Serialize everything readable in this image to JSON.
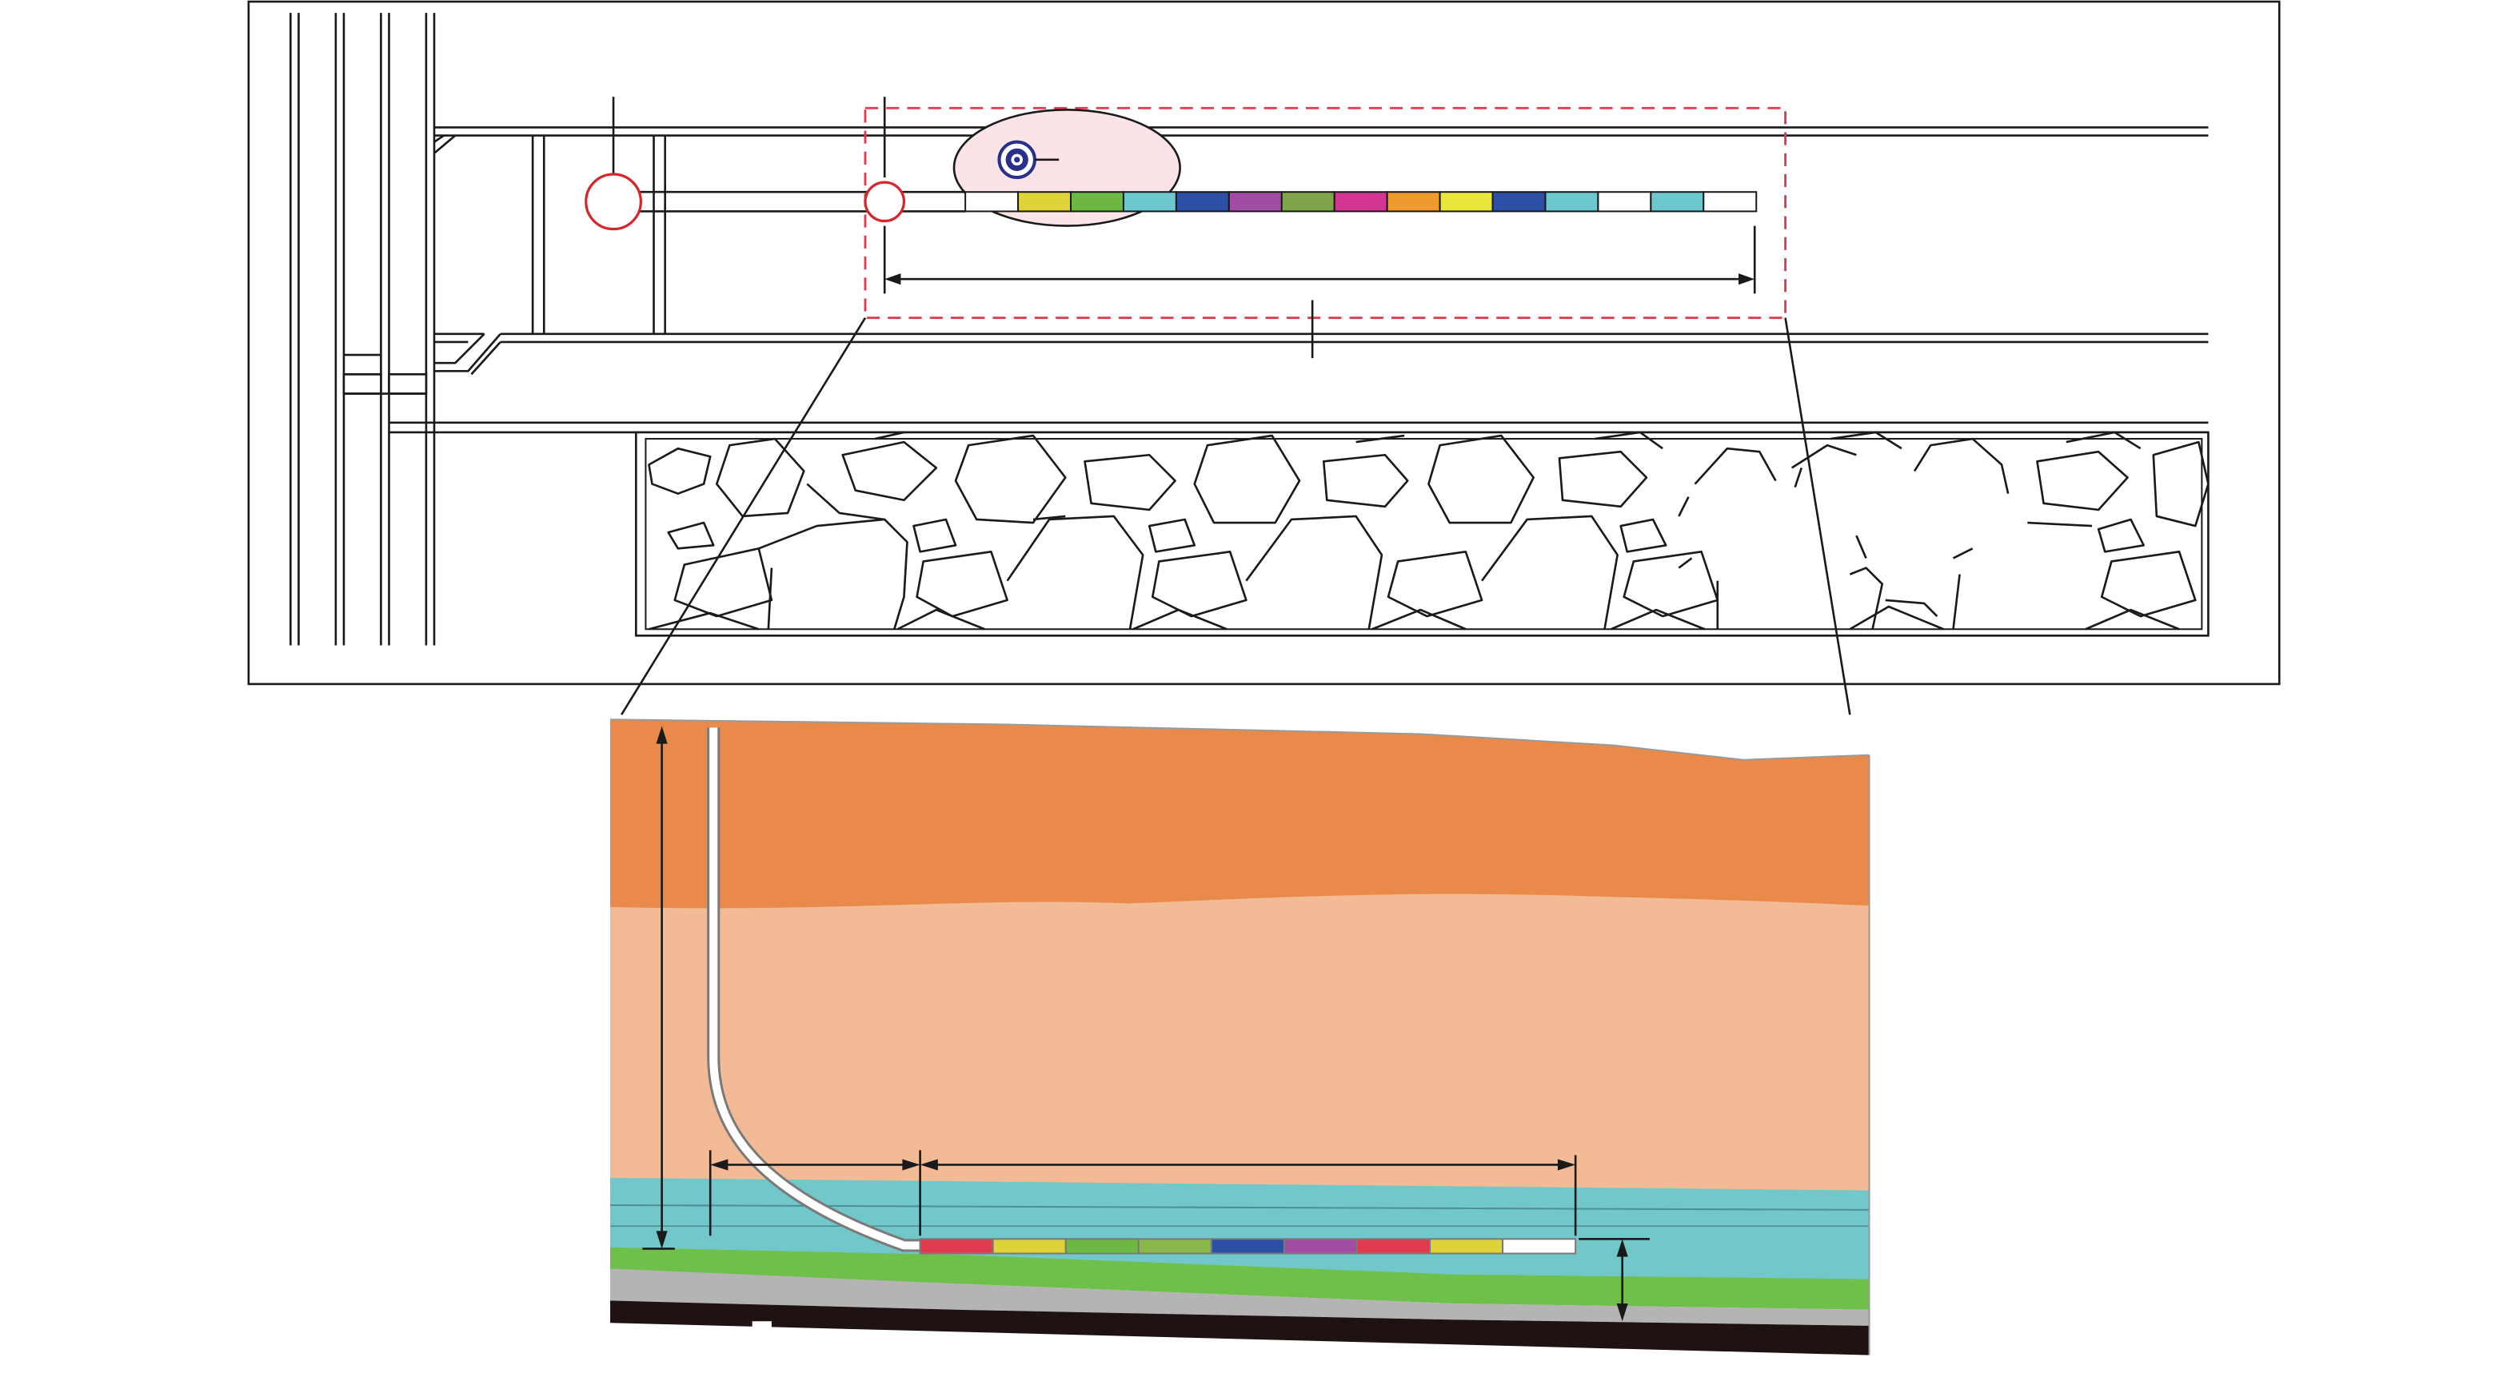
{
  "diagram": {
    "plan_view": {
      "extraction_region": "dashed-rectangle",
      "collapse_zone": "goaf-rubble",
      "drill_site_marker": "circle-marker",
      "borehole_entry_marker": "circle-marker",
      "rig_icon": "concentric-circle-icon",
      "fracturing_stages": [
        "#E0D33A",
        "#6DB843",
        "#6BC8CE",
        "#2E4FA6",
        "#A24DA5",
        "#7FA44A",
        "#D23592",
        "#EE9A2E",
        "#E8E63A",
        "#2E4FA6",
        "#6BC8CE",
        "#FFFFFF",
        "#6BC8CE",
        "#FFFFFF"
      ]
    },
    "section_view": {
      "strata": [
        {
          "name": "upper-stratum",
          "color": "#EA8A4A"
        },
        {
          "name": "middle-stratum",
          "color": "#F2BB95"
        },
        {
          "name": "target-stratum",
          "color": "#72C7CB"
        },
        {
          "name": "coal-band",
          "color": "#6EC04A"
        },
        {
          "name": "floor-grey",
          "color": "#B4B4B4"
        },
        {
          "name": "floor-dark",
          "color": "#1E1212"
        }
      ],
      "fracturing_stages": [
        "#E03A4E",
        "#E0D33A",
        "#6DB843",
        "#8AB84A",
        "#2E4FA6",
        "#A24DA5",
        "#E03A4E",
        "#E0D33A",
        "#FFFFFF"
      ]
    },
    "colors": {
      "line": "#1A1A1A",
      "dashed": "#E03A4E",
      "marker": "#D7262B",
      "ellipse_fill": "#FBE3E6",
      "rig_blue": "#2B2F8C"
    }
  }
}
